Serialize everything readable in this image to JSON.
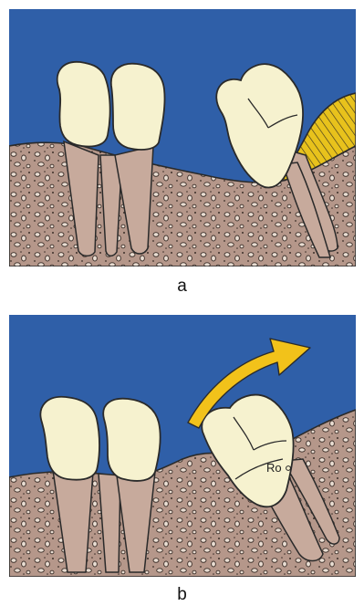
{
  "figure": {
    "panel_a": {
      "caption": "a"
    },
    "panel_b": {
      "caption": "b",
      "label": "Ro"
    }
  },
  "colors": {
    "sky": "#2f5fa8",
    "bone": "#b5978a",
    "tooth": "#f6f2cf",
    "hatch": "#e8c21c",
    "arrow": "#f2c21a",
    "outline": "#2a2a2a"
  }
}
